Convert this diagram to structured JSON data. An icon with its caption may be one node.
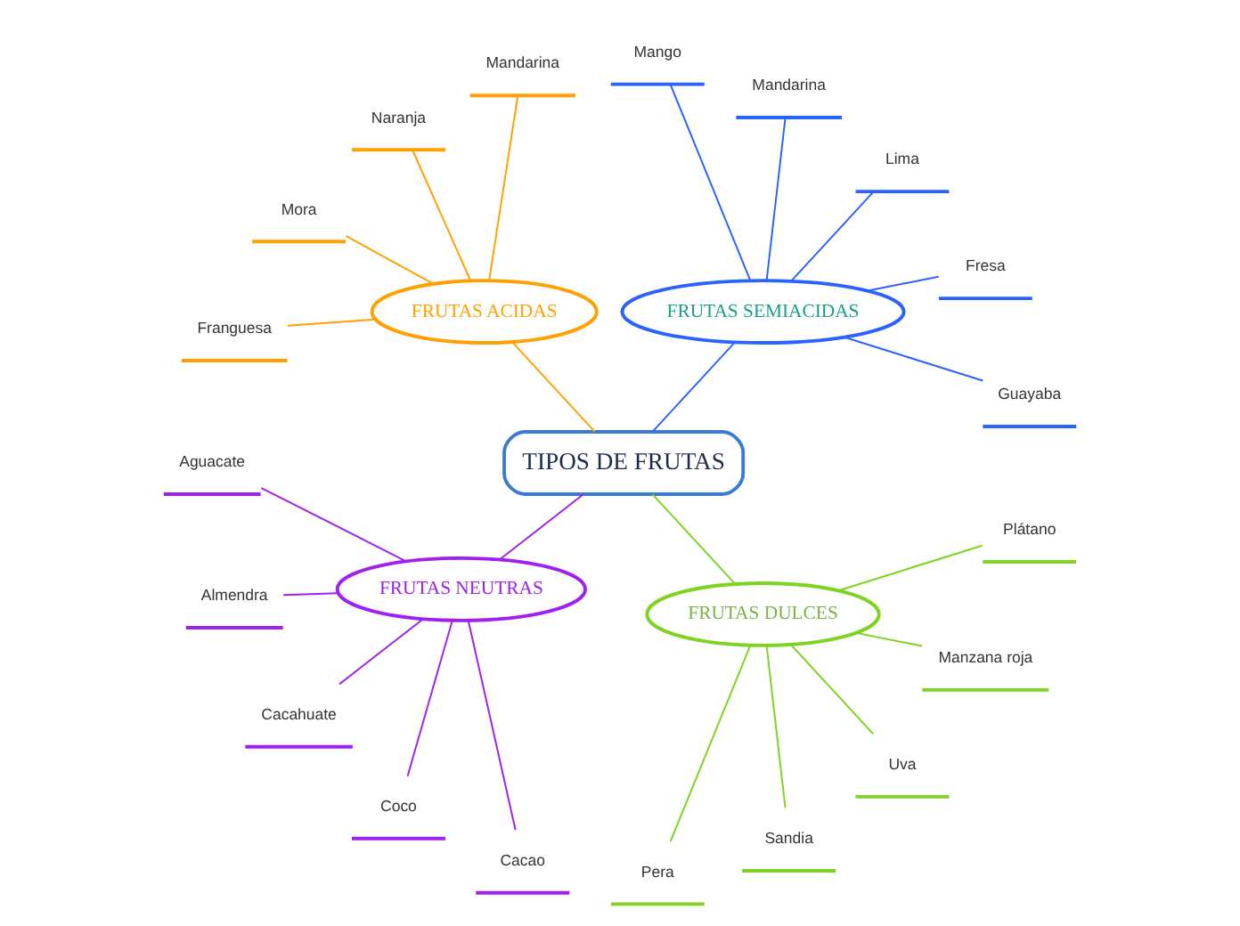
{
  "diagram": {
    "nodes": [
      {
        "text": [
          "TIPOS DE FRUTAS"
        ]
      },
      {
        "text": [
          "FRUTAS SEMIACIDAS"
        ]
      },
      {
        "text": [
          "Guayaba"
        ]
      },
      {
        "text": [
          "Fresa"
        ]
      },
      {
        "text": [
          "Lima"
        ]
      },
      {
        "text": [
          "Mandarina"
        ]
      },
      {
        "text": [
          "Mango"
        ]
      },
      {
        "text": [
          "FRUTAS ACIDAS"
        ]
      },
      {
        "text": [
          "Mandarina"
        ]
      },
      {
        "text": [
          "Naranja"
        ]
      },
      {
        "text": [
          "Mora"
        ]
      },
      {
        "text": [
          "Franguesa"
        ]
      },
      {
        "text": [
          "FRUTAS NEUTRAS"
        ]
      },
      {
        "text": [
          "Aguacate"
        ]
      },
      {
        "text": [
          "Almendra"
        ]
      },
      {
        "text": [
          "Cacahuate"
        ]
      },
      {
        "text": [
          "Coco"
        ]
      },
      {
        "text": [
          "Cacao"
        ]
      },
      {
        "text": [
          "FRUTAS DULCES"
        ]
      },
      {
        "text": [
          "Pera"
        ]
      },
      {
        "text": [
          "Sandia"
        ]
      },
      {
        "text": [
          "Uva"
        ]
      },
      {
        "text": [
          "Manzana roja"
        ]
      },
      {
        "text": [
          "Plátano"
        ]
      }
    ],
    "edges": [
      {
        "from": 0,
        "to": 1,
        "arrow": "none",
        "color": "#2962ff"
      },
      {
        "from": 1,
        "to": 2,
        "arrow": "none",
        "color": "#2962ff"
      },
      {
        "from": 1,
        "to": 3,
        "arrow": "none",
        "color": "#2962ff"
      },
      {
        "from": 1,
        "to": 4,
        "arrow": "none",
        "color": "#2962ff"
      },
      {
        "from": 1,
        "to": 5,
        "arrow": "none",
        "color": "#2962ff"
      },
      {
        "from": 1,
        "to": 6,
        "arrow": "none",
        "color": "#2962ff"
      },
      {
        "from": 0,
        "to": 7,
        "arrow": "none",
        "color": "#ffa000"
      },
      {
        "from": 7,
        "to": 8,
        "arrow": "none",
        "color": "#ffa000"
      },
      {
        "from": 7,
        "to": 9,
        "arrow": "none",
        "color": "#ffa000"
      },
      {
        "from": 7,
        "to": 10,
        "arrow": "none",
        "color": "#ffa000"
      },
      {
        "from": 7,
        "to": 11,
        "arrow": "none",
        "color": "#ffa000"
      },
      {
        "from": 0,
        "to": 12,
        "arrow": "none",
        "color": "#a020f0"
      },
      {
        "from": 12,
        "to": 13,
        "arrow": "none",
        "color": "#a020f0"
      },
      {
        "from": 12,
        "to": 14,
        "arrow": "none",
        "color": "#a020f0"
      },
      {
        "from": 12,
        "to": 15,
        "arrow": "none",
        "color": "#a020f0"
      },
      {
        "from": 12,
        "to": 16,
        "arrow": "none",
        "color": "#a020f0"
      },
      {
        "from": 12,
        "to": 17,
        "arrow": "none",
        "color": "#a020f0"
      },
      {
        "from": 0,
        "to": 18,
        "arrow": "none",
        "color": "#7ed321"
      },
      {
        "from": 18,
        "to": 19,
        "arrow": "none",
        "color": "#7ed321"
      },
      {
        "from": 18,
        "to": 20,
        "arrow": "none",
        "color": "#7ed321"
      },
      {
        "from": 18,
        "to": 21,
        "arrow": "none",
        "color": "#7ed321"
      },
      {
        "from": 18,
        "to": 22,
        "arrow": "none",
        "color": "#7ed321"
      },
      {
        "from": 18,
        "to": 23,
        "arrow": "none",
        "color": "#7ed321"
      }
    ]
  }
}
